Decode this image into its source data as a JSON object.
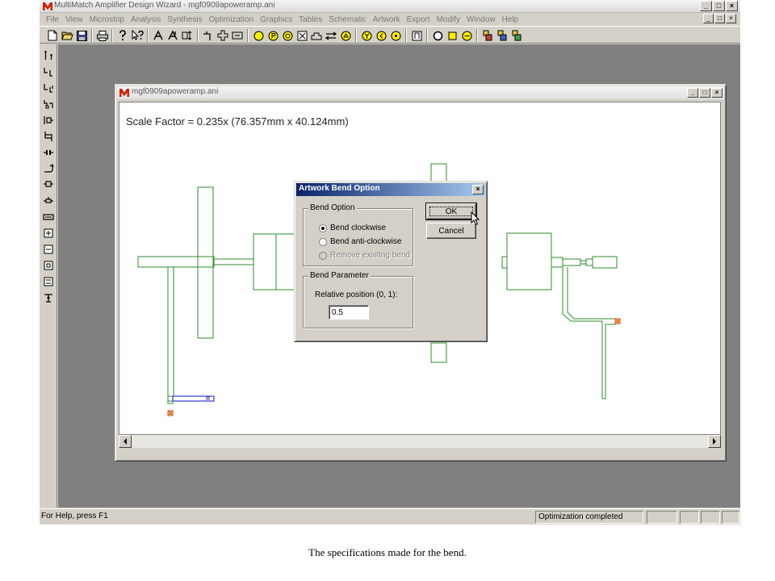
{
  "app": {
    "title": "MultiMatch Amplifier Design Wizard - mgf0909apoweramp.ani",
    "menu": [
      "File",
      "View",
      "Microstrip",
      "Analysis",
      "Synthesis",
      "Optimization",
      "Graphics",
      "Tables",
      "Schematic",
      "Artwork",
      "Export",
      "Modify",
      "Window",
      "Help"
    ],
    "window_controls": {
      "minimize": "_",
      "maximize": "□",
      "close": "×"
    }
  },
  "child_window": {
    "title": "mgf0909apoweramp.ani",
    "scale_factor": "Scale Factor =  0.235x (76.357mm x 40.124mm)"
  },
  "dialog": {
    "title": "Artwork Bend Option",
    "close": "×",
    "bend_option": {
      "label": "Bend Option",
      "options": [
        {
          "label": "Bend clockwise",
          "checked": true,
          "enabled": true
        },
        {
          "label": "Bend anti-clockwise",
          "checked": false,
          "enabled": true
        },
        {
          "label": "Remove existing bend",
          "checked": false,
          "enabled": false
        }
      ]
    },
    "bend_parameter": {
      "label": "Bend Parameter",
      "field_label": "Relative position (0, 1):",
      "value": "0.5"
    },
    "ok_label": "OK",
    "cancel_label": "Cancel"
  },
  "status": {
    "help_text": "For Help, press F1",
    "message": "Optimization completed"
  },
  "caption": "The specifications made for the bend.",
  "colors": {
    "artwork_line": "#2e8b2e",
    "selected_line": "#3a3ad0",
    "port_marker": "#d04020",
    "dialog_title_start": "#0a246a",
    "dialog_title_end": "#a6caf0"
  }
}
